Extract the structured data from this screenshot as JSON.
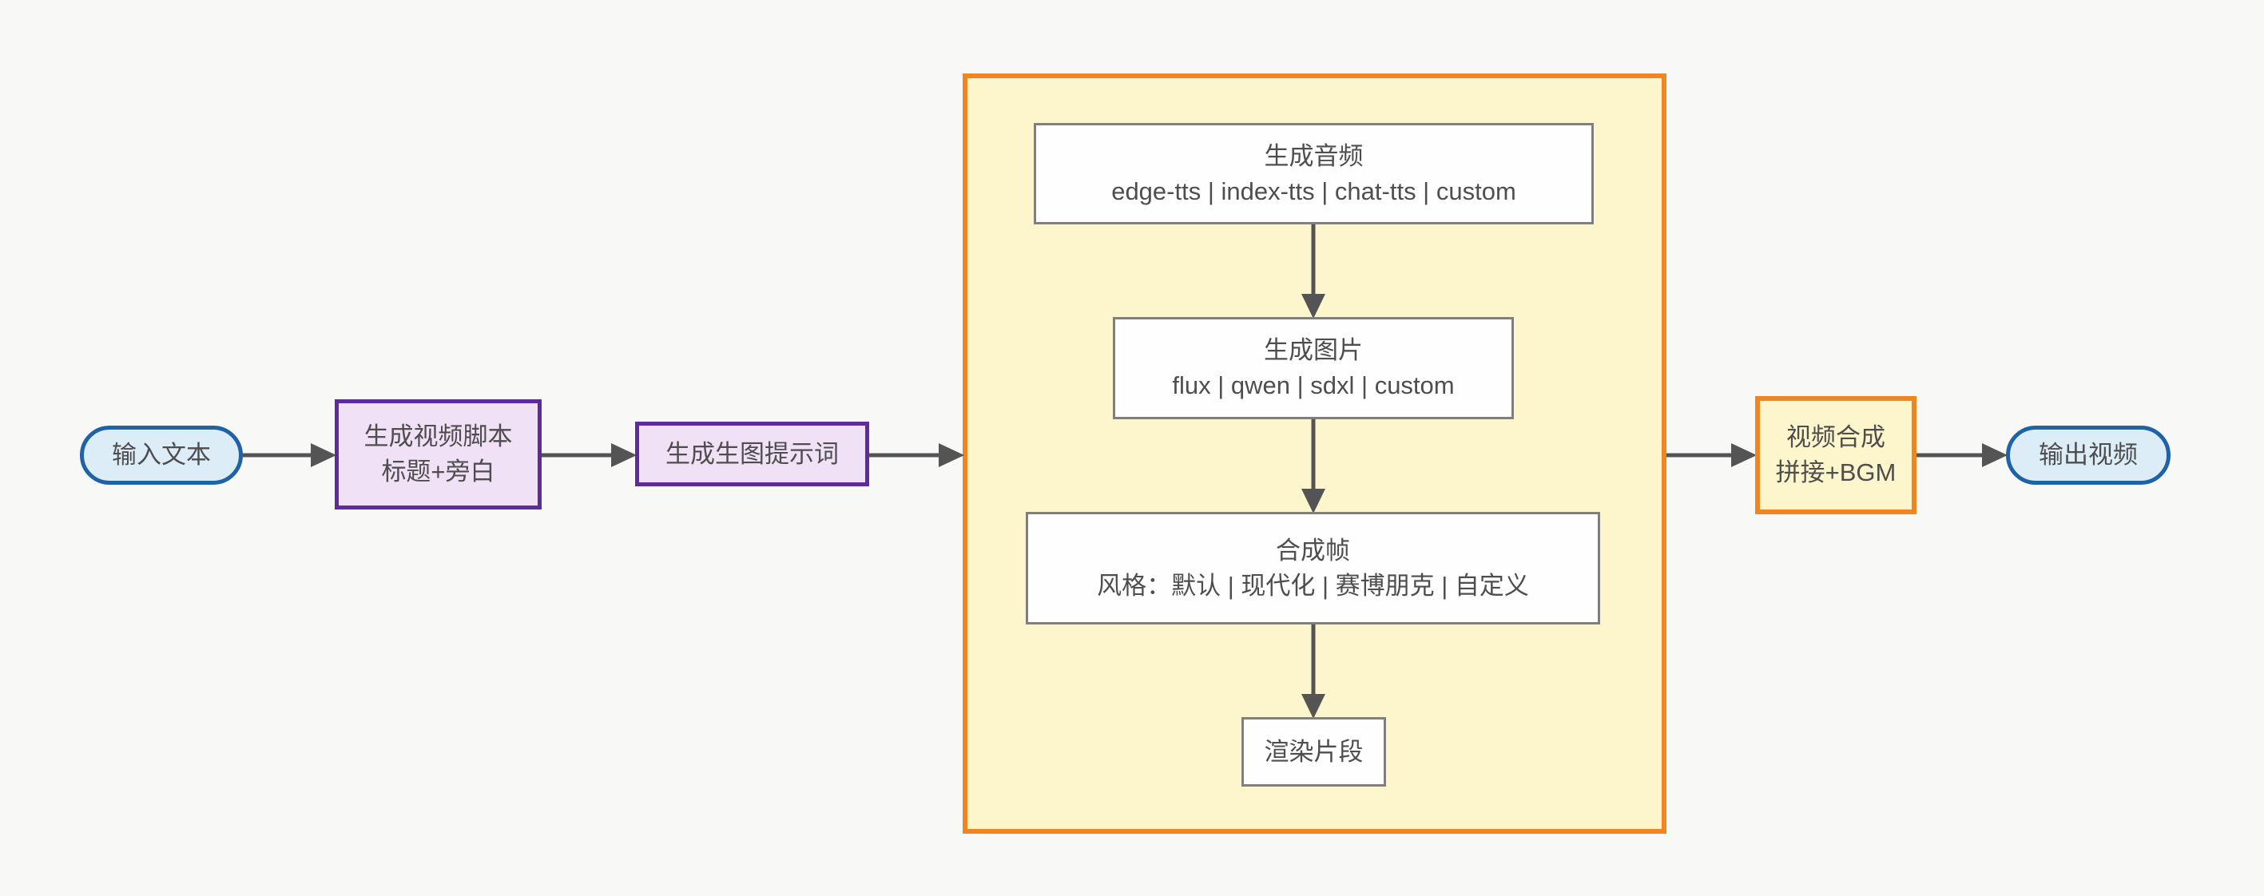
{
  "colors": {
    "bg": "#f8f8f7",
    "arrow": "#545454",
    "text": "#4e4e4e",
    "pill-fill": "#dcedf8",
    "pill-border": "#1f62a6",
    "purple-fill": "#f0e1f6",
    "purple-border": "#5e2b9a",
    "yellow-fill": "#fdf5cb",
    "orange-border": "#f08621",
    "white-fill": "#fefefe",
    "gray-border": "#7f7f7f"
  },
  "nodes": {
    "input": {
      "label": "输入文本"
    },
    "script": {
      "line1": "生成视频脚本",
      "line2": "标题+旁白"
    },
    "prompt": {
      "label": "生成生图提示词"
    },
    "audio": {
      "line1": "生成音频",
      "line2": "edge-tts | index-tts | chat-tts | custom"
    },
    "image": {
      "line1": "生成图片",
      "line2": "flux | qwen | sdxl | custom"
    },
    "frame": {
      "line1": "合成帧",
      "line2": "风格：默认 | 现代化 | 赛博朋克 | 自定义"
    },
    "render": {
      "label": "渲染片段"
    },
    "compose": {
      "line1": "视频合成",
      "line2": "拼接+BGM"
    },
    "output": {
      "label": "输出视频"
    }
  }
}
